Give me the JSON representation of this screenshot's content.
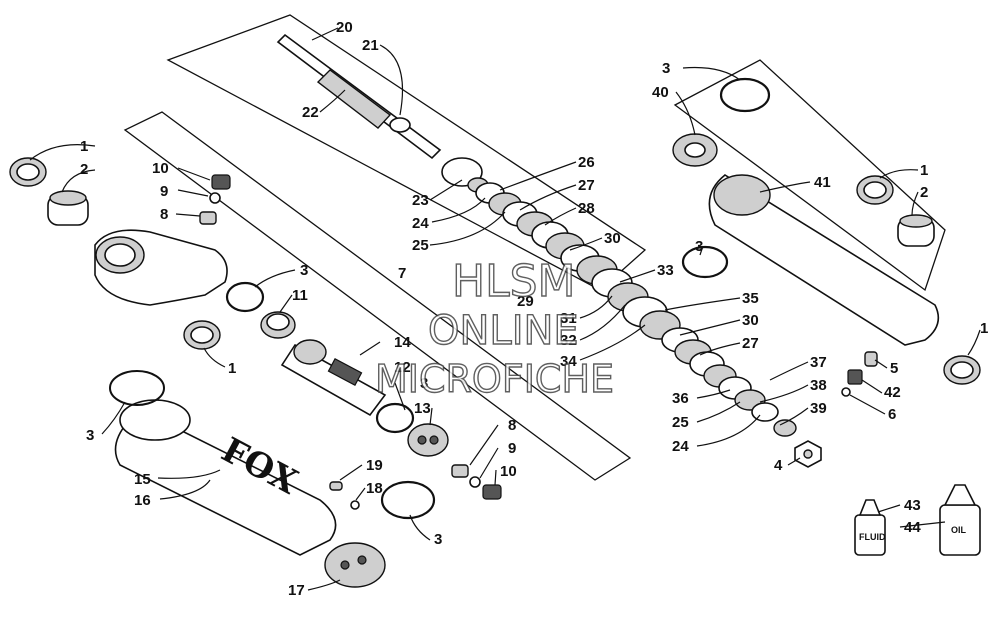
{
  "watermark": {
    "line1": "HLSM",
    "line2": "ONLINE",
    "line3": "MICROFICHE"
  },
  "brand_logo": "FOX",
  "bottle_labels": {
    "fluid": "FLUID",
    "oil": "OIL"
  },
  "callouts": [
    "1",
    "2",
    "3",
    "4",
    "5",
    "6",
    "7",
    "8",
    "9",
    "10",
    "11",
    "12",
    "13",
    "14",
    "15",
    "16",
    "17",
    "18",
    "19",
    "20",
    "21",
    "22",
    "23",
    "24",
    "25",
    "26",
    "27",
    "28",
    "29",
    "30",
    "31",
    "32",
    "33",
    "34",
    "35",
    "36",
    "37",
    "38",
    "39",
    "40",
    "41",
    "42",
    "43",
    "44"
  ]
}
